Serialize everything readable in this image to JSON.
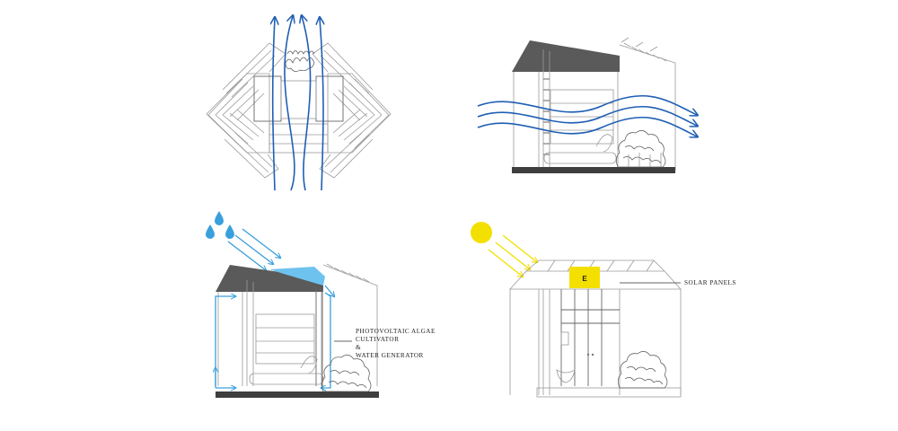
{
  "labels": {
    "algae_line1": "PHOTOVOLTAIC ALGAE",
    "algae_line2": "CULTIVATOR",
    "algae_line3": "&",
    "algae_line4": "WATER GENERATOR",
    "solar": "SOLAR PANELS",
    "energy": "E"
  },
  "colors": {
    "wind": "#1f5fb4",
    "water": "#3aa0dc",
    "sun": "#f4e000",
    "roof": "#5a5a5a",
    "floor": "#3e3e3e"
  }
}
